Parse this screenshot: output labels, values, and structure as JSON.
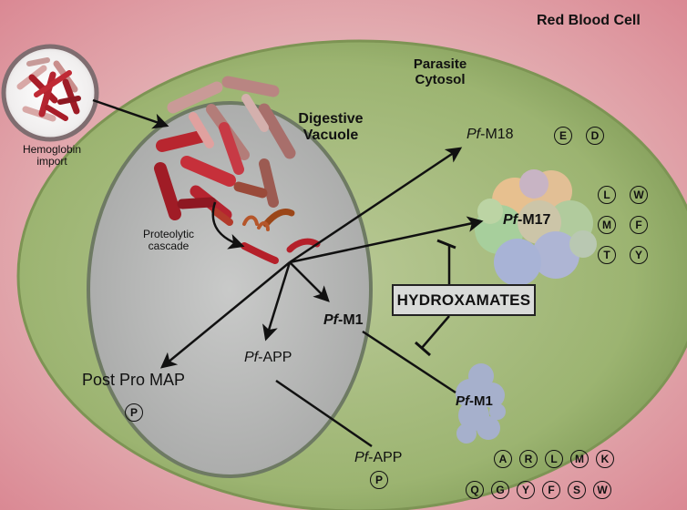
{
  "compartments": {
    "red_blood_cell": "Red Blood Cell",
    "parasite_cytosol": [
      "Parasite",
      "Cytosol"
    ],
    "digestive_vacuole": [
      "Digestive",
      "Vacuole"
    ]
  },
  "process_labels": {
    "hemoglobin_import": [
      "Hemoglobin",
      "import"
    ],
    "proteolytic_cascade": [
      "Proteolytic",
      "cascade"
    ]
  },
  "enzymes": {
    "m18": {
      "prefix": "Pf",
      "suffix": "-M18",
      "residues": [
        "E",
        "D"
      ]
    },
    "m17": {
      "prefix": "Pf",
      "suffix": "-M17",
      "residues": [
        "L",
        "W",
        "M",
        "F",
        "T",
        "Y"
      ]
    },
    "m1_vacuole": {
      "prefix": "Pf",
      "suffix": "-M1"
    },
    "app_vacuole": {
      "prefix": "Pf",
      "suffix": "-APP"
    },
    "post_pro_map": {
      "label": "Post Pro MAP",
      "residues": [
        "P"
      ]
    },
    "app_cytosol": {
      "prefix": "Pf",
      "suffix": "-APP",
      "residues": [
        "P"
      ]
    },
    "m1_cytosol": {
      "prefix": "Pf",
      "suffix": "-M1",
      "residues": [
        "A",
        "R",
        "L",
        "M",
        "K",
        "Q",
        "G",
        "Y",
        "F",
        "S",
        "W"
      ]
    }
  },
  "inhibitor": {
    "label": "HYDROXAMATES"
  },
  "colors": {
    "rbc_pink": "#e9a3ac",
    "cytosol_green": "#95ad6b",
    "vacuole_gray": "#b8b9b8",
    "hemoglobin_red": "#b0202a",
    "m17_surface": "#a9c29a",
    "m1_surface": "#a3aecb"
  }
}
